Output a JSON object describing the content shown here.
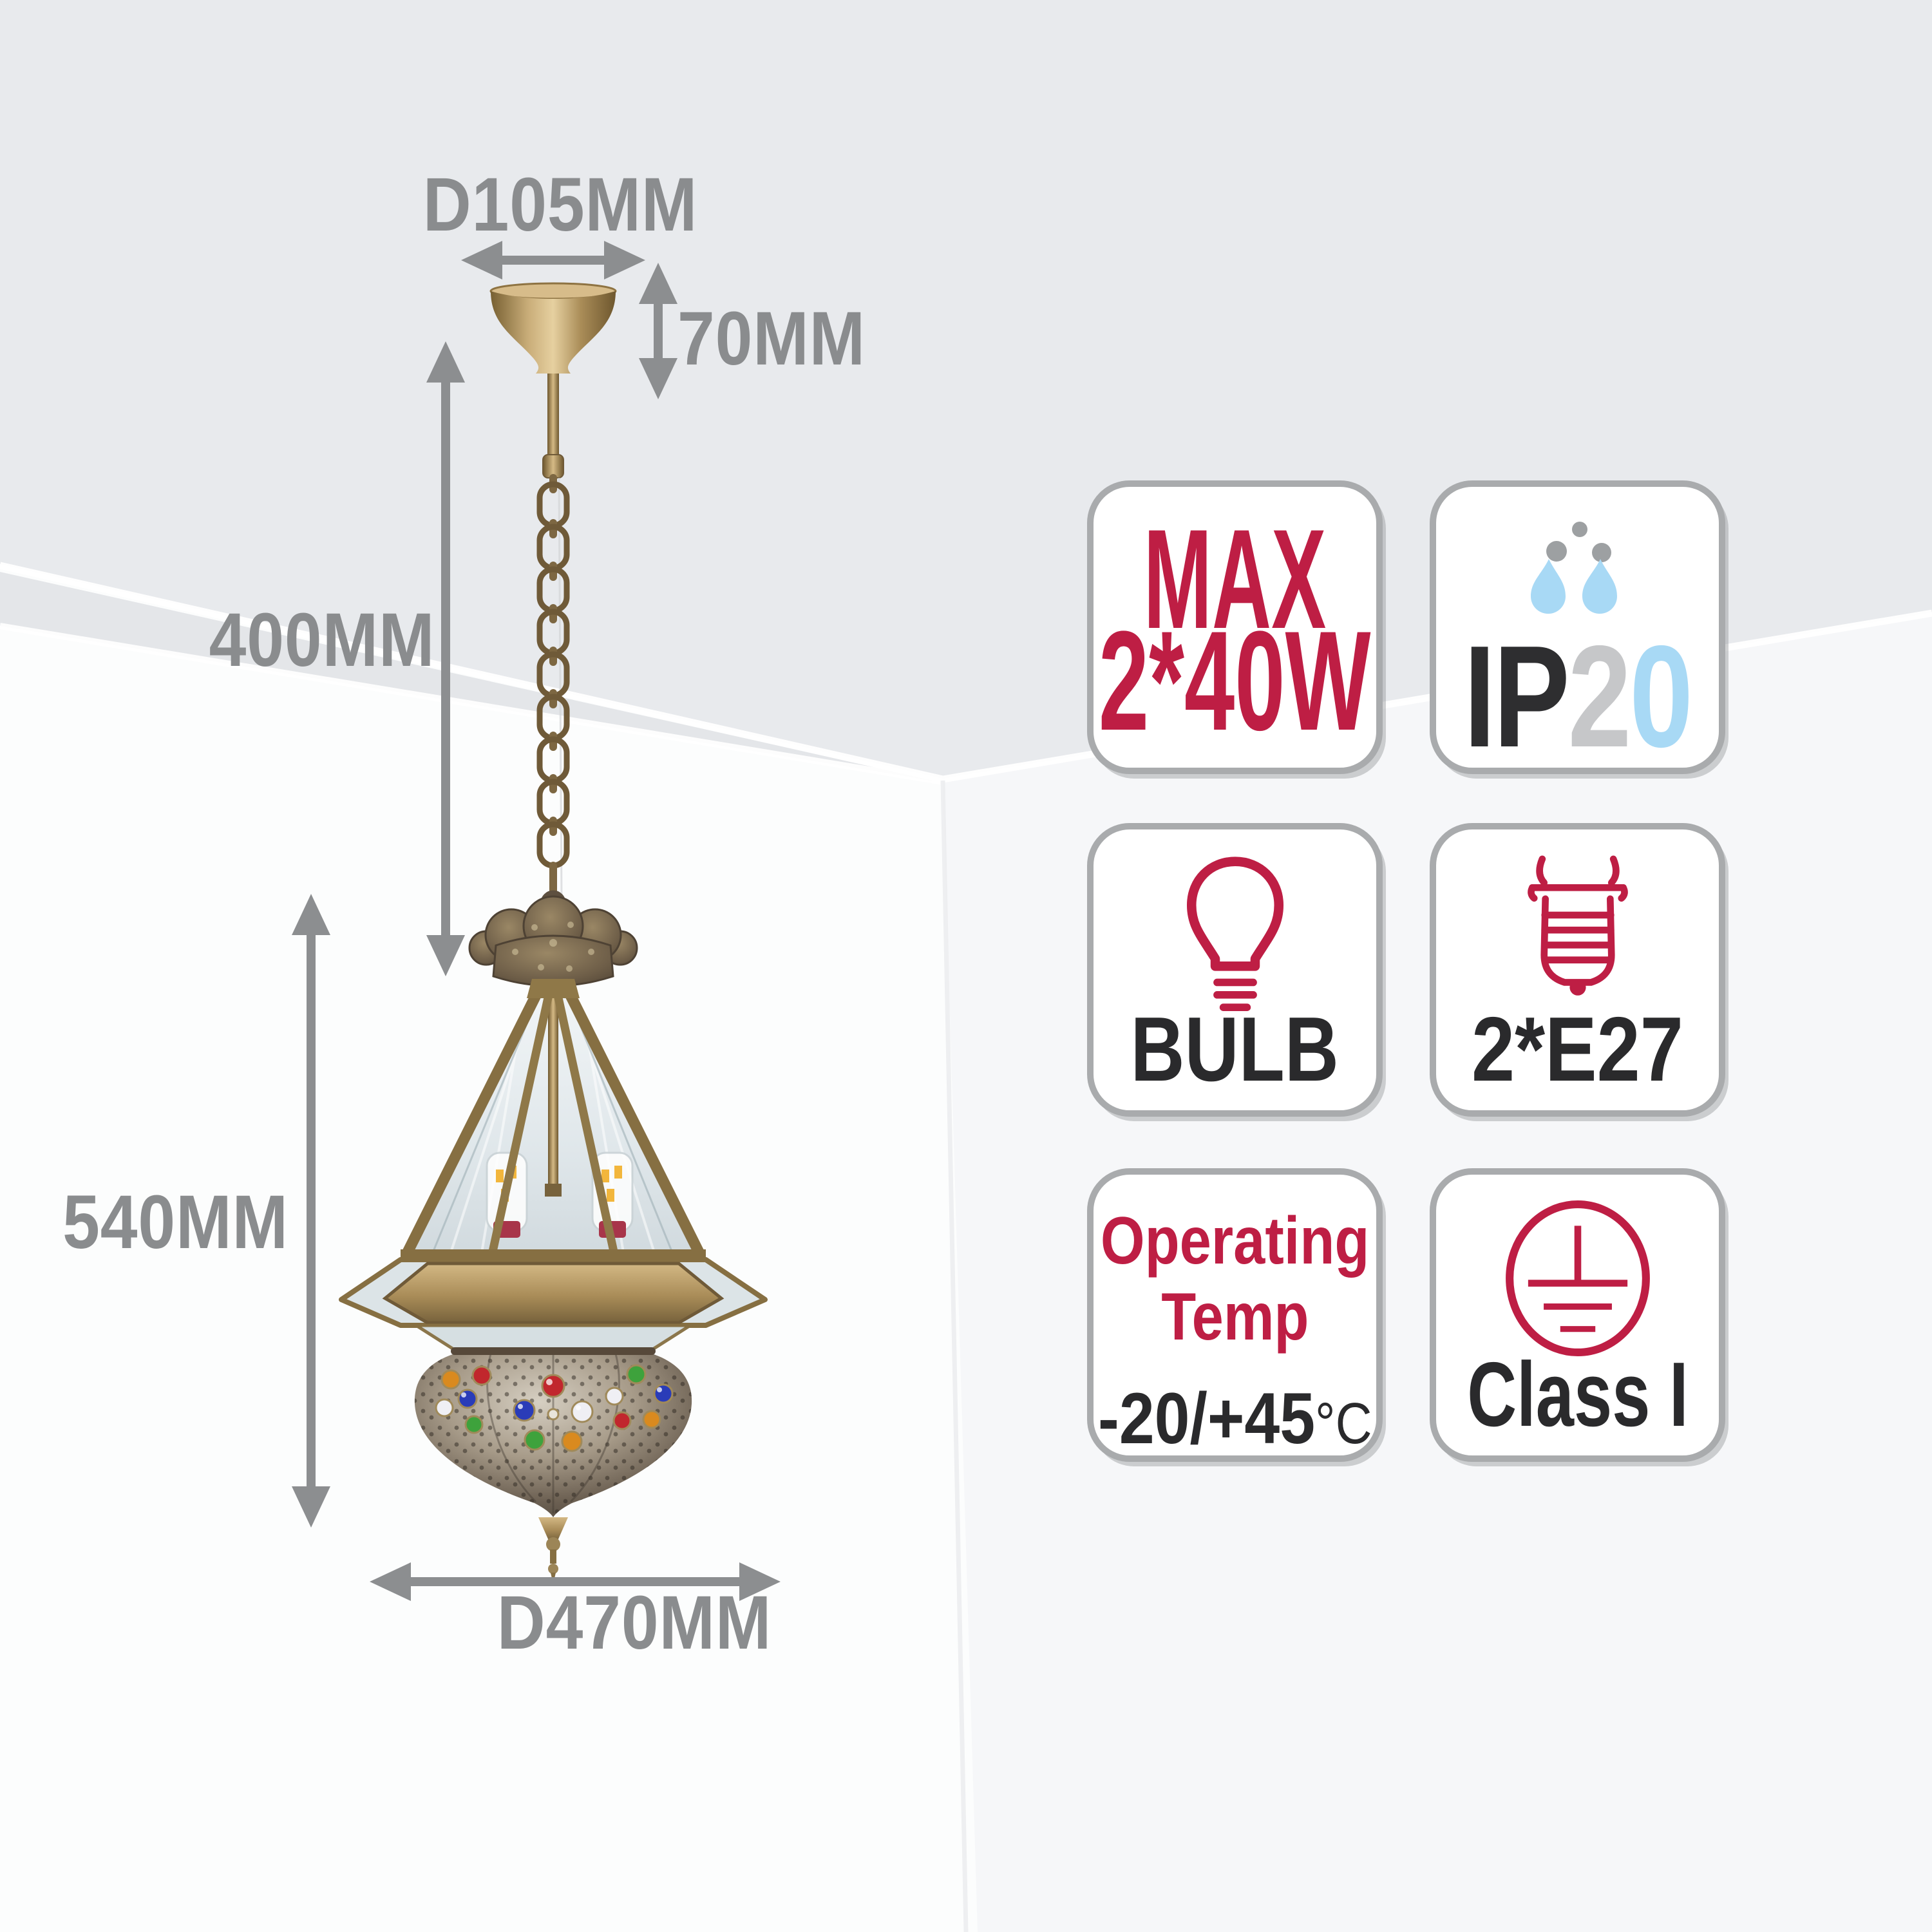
{
  "dimensions": {
    "canopy_diameter": "D105MM",
    "canopy_height": "70MM",
    "suspension_length": "400MM",
    "body_height": "540MM",
    "body_diameter": "D470MM"
  },
  "badges": {
    "max_power": {
      "line1": "MAX",
      "line2": "2*40W"
    },
    "ip_rating": {
      "prefix": "IP",
      "digit_tens": "2",
      "digit_ones": "0",
      "icon": "water-drops-icon"
    },
    "bulb": {
      "label": "BULB",
      "icon": "bulb-icon"
    },
    "lamp_holder": {
      "label": "2*E27",
      "icon": "e27-socket-icon"
    },
    "operating_temp": {
      "line1": "Operating",
      "line2": "Temp",
      "range": "-20/+45",
      "unit": "°C"
    },
    "protection_class": {
      "label": "Class I",
      "icon": "earth-ground-icon"
    }
  },
  "colors": {
    "accent_red": "#BE1E44",
    "ink": "#2A2A2C",
    "dimension_gray": "#8A8C8E",
    "ip_digit_gray": "#C6C7C9",
    "ip_digit_blue": "#A8D9F5",
    "water_drop_blue": "#A8D9F5",
    "spray_dot_gray": "#9DA0A2",
    "badge_border_gray": "#A9ABAD",
    "ceiling_gray": "#E8EAED",
    "brass": "#A98C58"
  }
}
